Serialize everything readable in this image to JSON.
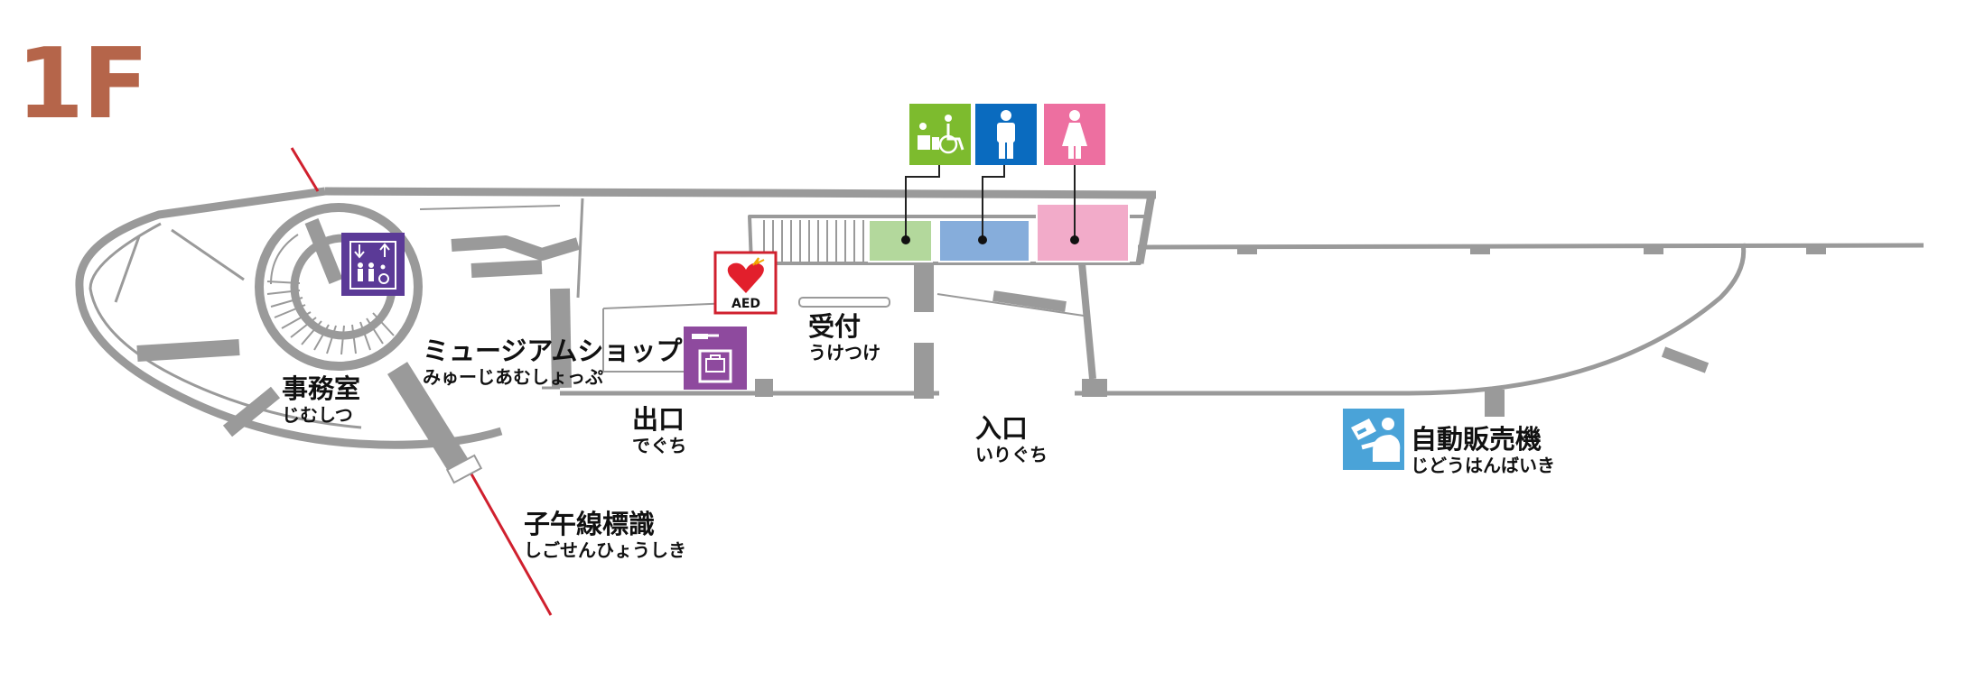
{
  "floor": {
    "label": "1F"
  },
  "colors": {
    "floor_number": "#b5654a",
    "walls": "#999999",
    "meridian_line": "#d0202e",
    "multipurpose_toilet": "#7dbb2e",
    "mens_toilet": "#0a6bbf",
    "womens_toilet": "#ed6fa0",
    "icon_purple": "#5b3a97",
    "icon_violet": "#8e4a9e",
    "icon_lightblue": "#4aa3d8"
  },
  "icons": {
    "elevator": "elevator-icon",
    "aed": "aed-icon",
    "locker": "coin-locker-icon",
    "multipurpose_toilet": "multipurpose-toilet-icon",
    "mens_toilet": "mens-toilet-icon",
    "womens_toilet": "womens-toilet-icon",
    "vending_machine": "vending-machine-icon"
  },
  "aed": {
    "text": "AED"
  },
  "labels": {
    "office": {
      "main": "事務室",
      "kana": "じむしつ"
    },
    "museum_shop": {
      "main": "ミュージアムショップ",
      "kana": "みゅーじあむしょっぷ"
    },
    "reception": {
      "main": "受付",
      "kana": "うけつけ"
    },
    "exit": {
      "main": "出口",
      "kana": "でぐち"
    },
    "entrance": {
      "main": "入口",
      "kana": "いりぐち"
    },
    "vending_machine": {
      "main": "自動販売機",
      "kana": "じどうはんばいき"
    },
    "meridian_marker": {
      "main": "子午線標識",
      "kana": "しごせんひょうしき"
    }
  }
}
